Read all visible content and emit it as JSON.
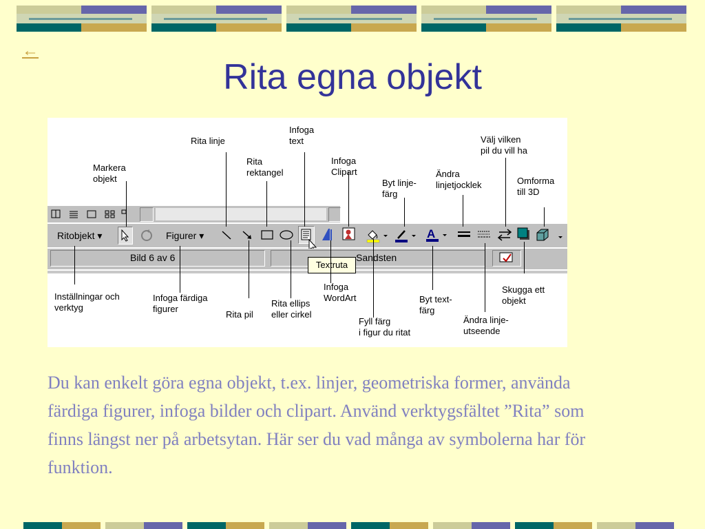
{
  "nav": {
    "back_glyph": "←"
  },
  "title": "Rita egna objekt",
  "toolbar": {
    "ritobjekt": "Ritobjekt ▾",
    "figurer": "Figurer ▾",
    "status_left": "Bild 6 av 6",
    "status_mid": "Sandsten",
    "tooltip": "Textruta"
  },
  "annotations": {
    "markera": "Markera\nobjekt",
    "rita_linje": "Rita linje",
    "rita_rektangel": "Rita\nrektangel",
    "infoga_text": "Infoga\ntext",
    "infoga_clipart": "Infoga\nClipart",
    "byt_linjefarg": "Byt linje-\nfärg",
    "andra_linjetjocklek": "Ändra\nlinjetjocklek",
    "valj_pil": "Välj vilken\npil du vill ha",
    "omforma_3d": "Omforma\ntill 3D",
    "installningar": "Inställningar och\nverktyg",
    "infoga_fardiga": "Infoga färdiga\nfigurer",
    "rita_pil": "Rita pil",
    "rita_ellips": "Rita ellips\neller cirkel",
    "infoga_wordart": "Infoga\nWordArt",
    "fyll_farg": "Fyll färg\ni figur du ritat",
    "byt_textfarg": "Byt text-\nfärg",
    "andra_linjeutseende": "Ändra linje-\nutseende",
    "skugga": "Skugga ett\nobjekt"
  },
  "body_text": "Du kan enkelt göra egna objekt, t.ex. linjer, geometriska former, använda färdiga figurer, infoga bilder och clipart. Använd verktygsfältet ”Rita” som finns längst ner på arbetsytan. Här ser du vad många av symbolerna har för funktion.",
  "colors": {
    "background": "#ffffcc",
    "title": "#333399",
    "body": "#8080c0",
    "teal": "#006666",
    "lavender": "#6666aa",
    "khaki": "#c8a850",
    "pale": "#cccc99"
  }
}
